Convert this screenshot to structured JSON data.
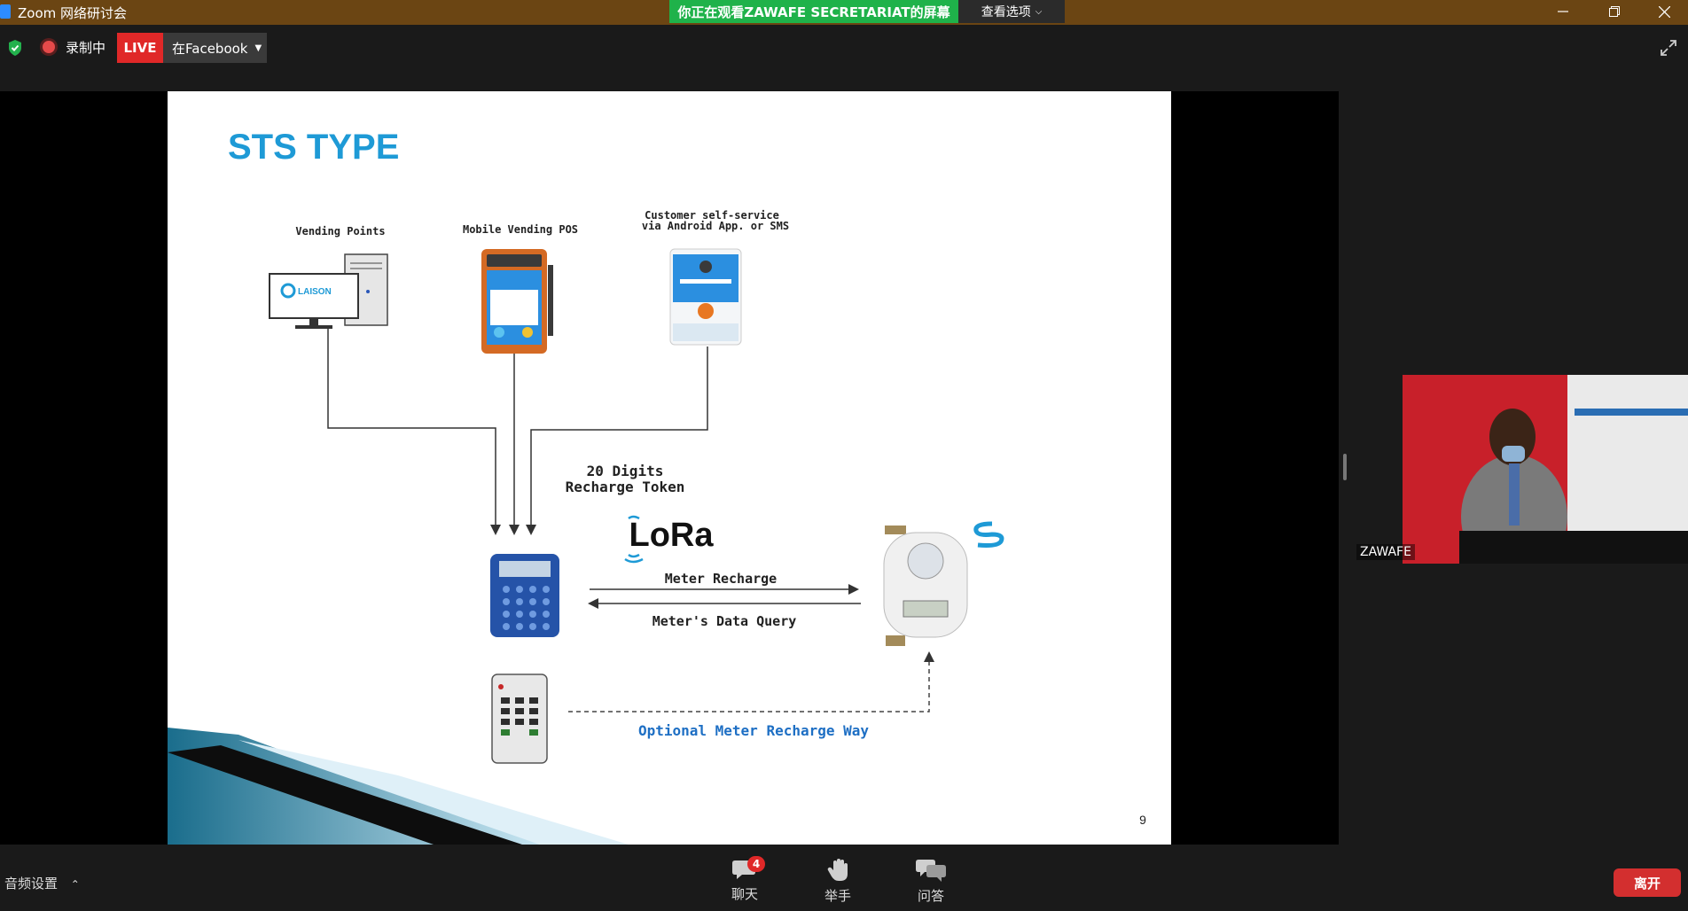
{
  "window": {
    "title": "Zoom 网络研讨会",
    "share_banner": "你正在观看ZAWAFE SECRETARIAT的屏幕",
    "view_options": "查看选项"
  },
  "status": {
    "recording": "录制中",
    "live": "LIVE",
    "live_destination": "在Facebook"
  },
  "slide": {
    "title": "STS TYPE",
    "source_labels": [
      "Vending Points",
      "Mobile Vending POS",
      "Customer self-service",
      "via Android App. or SMS"
    ],
    "token_label": [
      "20 Digits",
      "Recharge Token"
    ],
    "lora": "LoRa",
    "laison": "LAISON",
    "meter_recharge": "Meter Recharge",
    "data_query": "Meter's Data Query",
    "optional_way": "Optional Meter Recharge Way",
    "page_number": "9"
  },
  "participant": {
    "name": "ZAWAFE"
  },
  "toolbar": {
    "audio_settings": "音频设置",
    "chat": "聊天",
    "chat_count": "4",
    "raise_hand": "举手",
    "qa": "问答",
    "leave": "离开"
  },
  "colors": {
    "title_blue": "#1e9ad6",
    "banner_green": "#1fb24a",
    "live_red": "#e02828",
    "leave_red": "#d32f2f",
    "titlebar_brown": "#6b4513"
  }
}
